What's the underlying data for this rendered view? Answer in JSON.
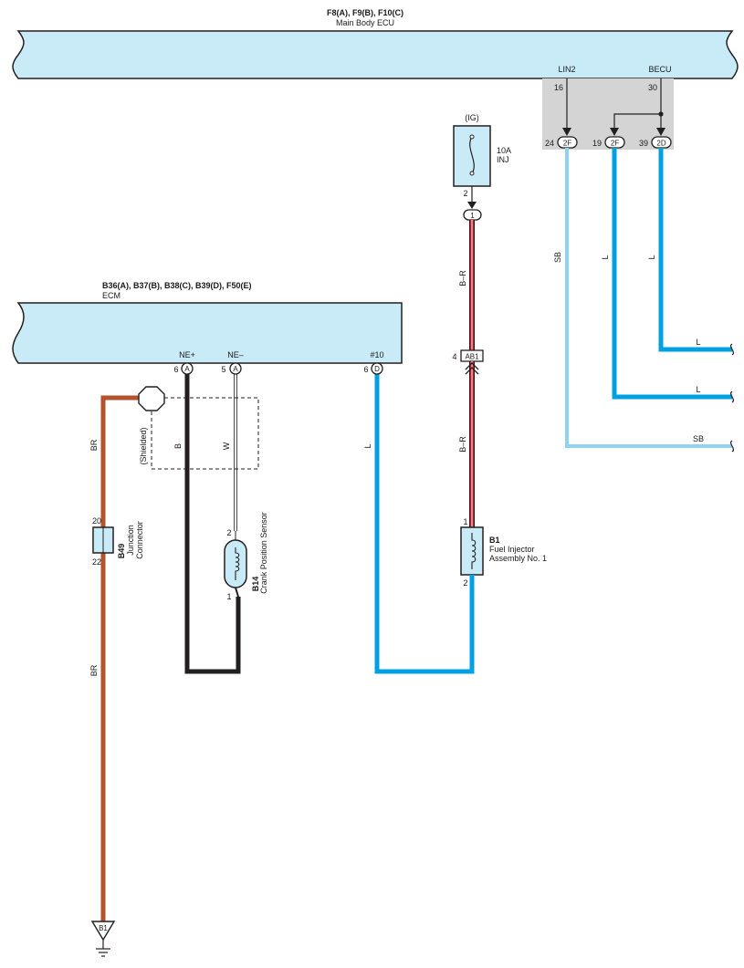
{
  "main_body_ecu": {
    "connectors": "F8(A), F9(B), F10(C)",
    "name": "Main Body ECU",
    "lin2_label": "LIN2",
    "lin2_pin": "16",
    "becu_label": "BECU",
    "becu_pin": "30"
  },
  "body_connectors": [
    {
      "pin": "24",
      "code": "2F"
    },
    {
      "pin": "19",
      "code": "2F"
    },
    {
      "pin": "39",
      "code": "2D"
    }
  ],
  "ecm": {
    "connectors": "B36(A), B37(B), B38(C), B39(D), F50(E)",
    "name": "ECM",
    "terminals": [
      {
        "label": "NE+",
        "pin": "6",
        "code": "A"
      },
      {
        "label": "NE–",
        "pin": "5",
        "code": "A"
      },
      {
        "label": "#10",
        "pin": "6",
        "code": "D"
      }
    ]
  },
  "fuse": {
    "supply": "(IG)",
    "rating": "10A",
    "name": "INJ",
    "out_pin": "2",
    "joint_pin": "1"
  },
  "junction_ab1": {
    "pin": "4",
    "code": "AB1"
  },
  "injector": {
    "code": "B1",
    "name_line1": "Fuel Injector",
    "name_line2": "Assembly No.  1",
    "pin_top": "1",
    "pin_bottom": "2"
  },
  "crank_sensor": {
    "code": "B14",
    "name": "Crank Position Sensor",
    "pin_top": "2",
    "pin_bottom": "1"
  },
  "junction_connector": {
    "code": "B49",
    "name_line1": "Junction",
    "name_line2": "Connector",
    "pin_top": "20",
    "pin_bottom": "22"
  },
  "shielded_label": "(Shielded)",
  "ground": {
    "code": "B1"
  },
  "wire_labels": {
    "br_upper": "BR",
    "br_lower": "BR",
    "b": "B",
    "w": "W",
    "l_ecm": "L",
    "br_fuse_upper": "B–R",
    "br_fuse_lower": "B–R",
    "sb_vertical": "SB",
    "l_vertical_1": "L",
    "l_vertical_2": "L",
    "l_out_1": "L",
    "l_out_2": "L",
    "sb_out": "SB"
  },
  "colors": {
    "ecu_fill": "#c9ebf8",
    "wire_blue": "#00a0e3",
    "wire_light_blue": "#8fd3f2",
    "wire_brown": "#b5522c",
    "wire_black": "#231f20",
    "wire_red": "#e4202c",
    "panel_gray": "#d4d4d4"
  }
}
